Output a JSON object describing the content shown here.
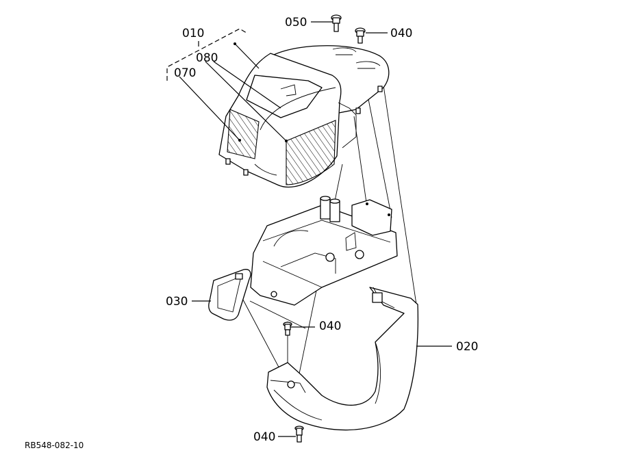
{
  "callouts": {
    "c010": "010",
    "c080": "080",
    "c070": "070",
    "c050": "050",
    "c040_top": "040",
    "c030": "030",
    "c040_mid": "040",
    "c020": "020",
    "c040_bottom": "040"
  },
  "drawing_id": "RB548-082-10"
}
